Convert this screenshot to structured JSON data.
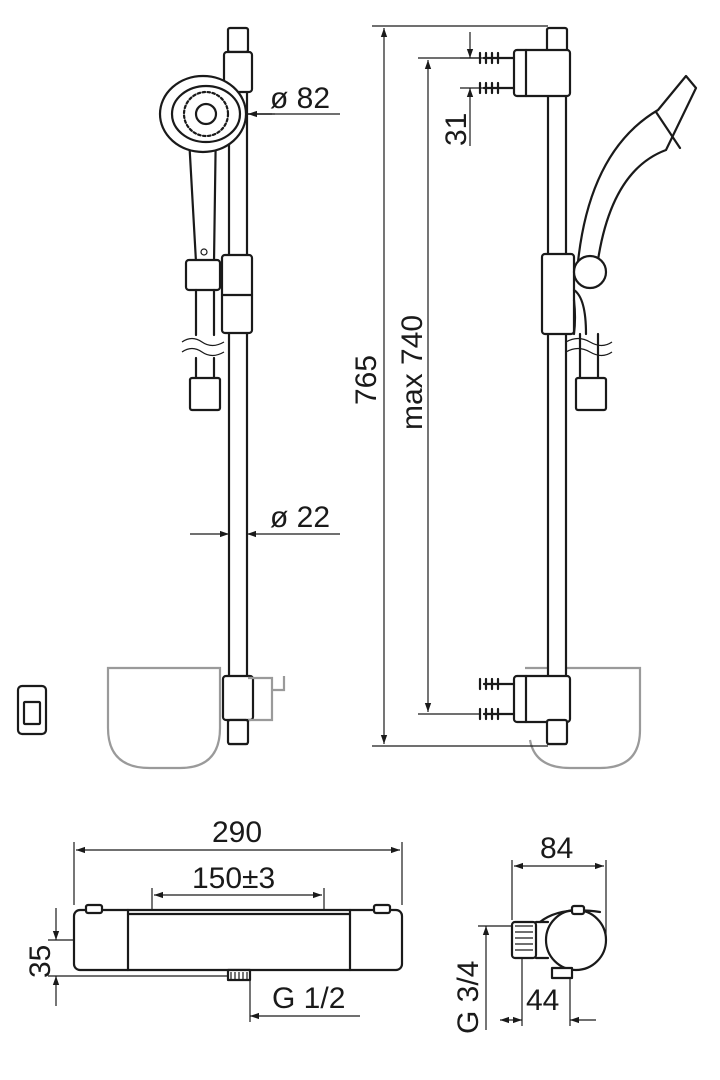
{
  "colors": {
    "line": "#1a1a1a",
    "ghost": "#9a9a9a",
    "background": "#ffffff"
  },
  "dimensions": {
    "head_diameter": "ø 82",
    "rail_diameter": "ø 22",
    "bracket_offset": "31",
    "total_height": "765",
    "max_adjust": "max 740",
    "mixer_width": "290",
    "mixer_centers": "150±3",
    "mixer_height": "35",
    "outlet_thread": "G 1/2",
    "mixer_depth": "84",
    "inlet_thread": "G 3/4",
    "inlet_offset": "44"
  }
}
